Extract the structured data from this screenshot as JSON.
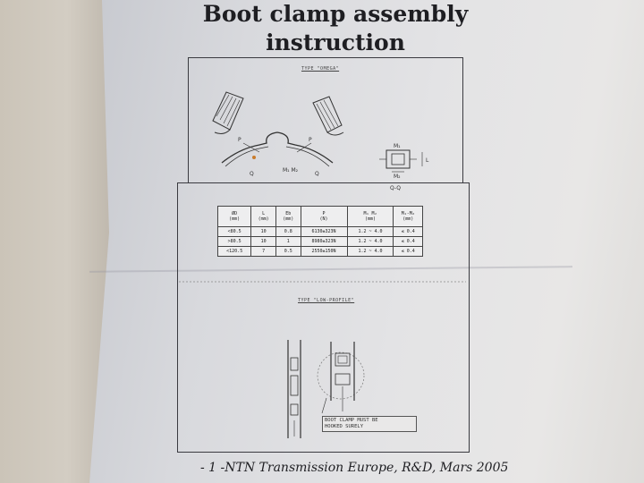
{
  "document": {
    "title_line1": "Boot clamp assembly",
    "title_line2": "instruction",
    "type_omega_label": "TYPE \"OMEGA\"",
    "type_low_profile_label": "TYPE \"LOW-PROFILE\"",
    "footer": "- 1 -NTN Transmission Europe, R&D, Mars 2005"
  },
  "omega_figure": {
    "p_left": "P",
    "p_right": "P",
    "q_left": "Q",
    "q_right": "Q",
    "m_labels": "M₁ M₂",
    "section_label": "Q-Q",
    "detail_m1": "M₁",
    "detail_m2": "M₂",
    "detail_l": "L"
  },
  "spec_table": {
    "headers": [
      {
        "main": "ØD",
        "unit": "(mm)"
      },
      {
        "main": "L",
        "unit": "(mm)"
      },
      {
        "main": "Eb",
        "unit": "(mm)"
      },
      {
        "main": "P",
        "unit": "(N)"
      },
      {
        "main": "M₁ M₂",
        "unit": "(mm)"
      },
      {
        "main": "M₁-M₂",
        "unit": "(mm)"
      }
    ],
    "rows": [
      [
        "<80.5",
        "10",
        "0.8",
        "6130±323N",
        "1.2 ~ 4.0",
        "≤ 0.4"
      ],
      [
        ">80.5",
        "10",
        "1",
        "8980±323N",
        "1.2 ~ 4.0",
        "≤ 0.4"
      ],
      [
        "<120.5",
        "7",
        "0.5",
        "2550±150N",
        "1.2 ~ 4.0",
        "≤ 0.4"
      ]
    ]
  },
  "low_profile_figure": {
    "note_line1": "BOOT CLAMP MUST BE",
    "note_line2": "HOOKED SURELY"
  }
}
